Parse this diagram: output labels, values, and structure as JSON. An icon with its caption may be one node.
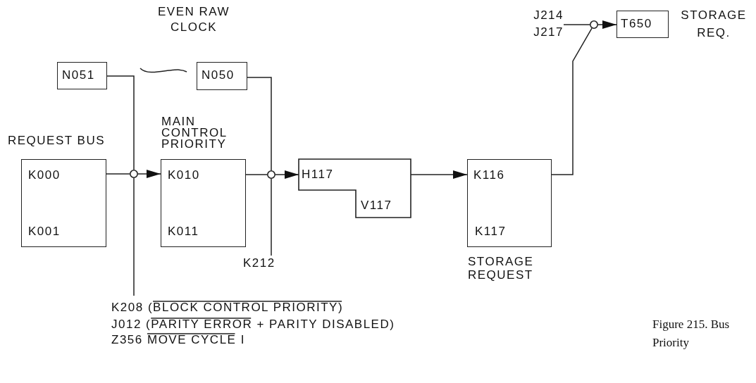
{
  "diagram": {
    "caption": "Figure 215. Bus Priority",
    "nodes": [
      {
        "text": [
          "N051"
        ]
      },
      {
        "text": [
          "N050"
        ]
      },
      {
        "text": [
          "REQUEST BUS",
          "K000",
          "K001"
        ]
      },
      {
        "text": [
          "MAIN CONTROL PRIORITY",
          "K010",
          "K011"
        ]
      },
      {
        "text": [
          "H117",
          "V117"
        ]
      },
      {
        "text": [
          "K116",
          "K117",
          "STORAGE REQUEST"
        ]
      },
      {
        "text": [
          "T650"
        ],
        "beside": [
          "STORAGE REQ."
        ]
      },
      {
        "text": [],
        "shape": "circle"
      },
      {
        "text": [],
        "shape": "circle"
      },
      {
        "text": [],
        "shape": "circle"
      },
      {
        "text": [
          "K212"
        ]
      },
      {
        "text": [
          "J214 J217"
        ]
      },
      {
        "text": [
          "K208 (BLOCK CONTROL PRIORITY)",
          "J012 (PARITY ERROR + PARITY DISABLED)",
          "Z356 MOVE CYCLE I"
        ]
      }
    ],
    "edges": [
      {
        "from": 0,
        "to": 7,
        "arrow": "none"
      },
      {
        "from": 12,
        "to": 7,
        "arrow": "none"
      },
      {
        "from": 2,
        "to": 7,
        "arrow": "none"
      },
      {
        "from": 7,
        "to": 3,
        "arrow": "to"
      },
      {
        "from": 1,
        "to": 8,
        "arrow": "none"
      },
      {
        "from": 10,
        "to": 8,
        "arrow": "none"
      },
      {
        "from": 3,
        "to": 8,
        "arrow": "none"
      },
      {
        "from": 8,
        "to": 4,
        "arrow": "to"
      },
      {
        "from": 4,
        "to": 5,
        "arrow": "to"
      },
      {
        "from": 5,
        "to": 9,
        "arrow": "none"
      },
      {
        "from": 11,
        "to": 9,
        "arrow": "none"
      },
      {
        "from": 9,
        "to": 6,
        "arrow": "to"
      }
    ],
    "labels": [
      "EVEN RAW CLOCK"
    ]
  }
}
